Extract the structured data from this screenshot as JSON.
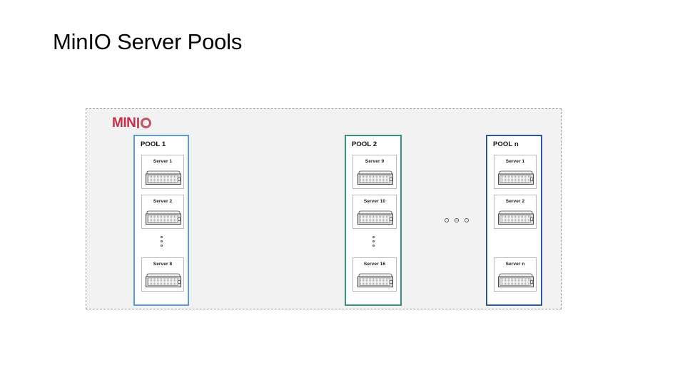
{
  "page": {
    "title": "MinIO Server Pools",
    "background_color": "#ffffff"
  },
  "cluster": {
    "name": "minio-cluster",
    "background_color": "#f2f2f2",
    "border_color": "#9a9a9a",
    "border_style": "dashed",
    "logo": {
      "text_bold": "MIN",
      "text_light": "IO",
      "bold_color": "#C72E49",
      "light_color": "#C0556A"
    },
    "ellipsis_between_pools": [
      "dot",
      "dot",
      "dot"
    ]
  },
  "pools": [
    {
      "id": "pool-1",
      "label": "POOL 1",
      "border_color": "#5b9bd5",
      "servers": [
        {
          "label": "Server 1"
        },
        {
          "label": "Server 2"
        },
        {
          "label": "Server 8"
        }
      ],
      "has_vertical_ellipsis": true,
      "vertical_ellipsis": [
        "dot",
        "dot",
        "dot"
      ]
    },
    {
      "id": "pool-2",
      "label": "POOL 2",
      "border_color": "#339478",
      "servers": [
        {
          "label": "Server 9"
        },
        {
          "label": "Server 10"
        },
        {
          "label": "Server 16"
        }
      ],
      "has_vertical_ellipsis": true,
      "vertical_ellipsis": [
        "dot",
        "dot",
        "dot"
      ]
    },
    {
      "id": "pool-n",
      "label": "POOL n",
      "border_color": "#2a5899",
      "servers": [
        {
          "label": "Server 1"
        },
        {
          "label": "Server 2"
        },
        {
          "label": "Server n"
        }
      ],
      "has_vertical_ellipsis": false,
      "vertical_ellipsis": []
    }
  ]
}
